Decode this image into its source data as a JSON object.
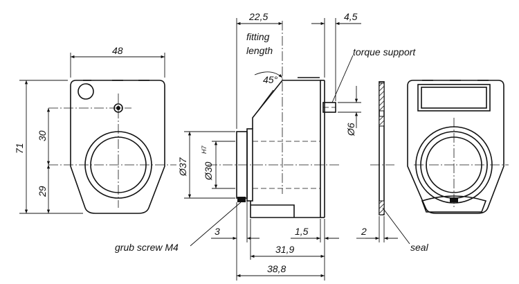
{
  "dimensions": {
    "width_48": "48",
    "height_71": "71",
    "height_30": "30",
    "height_29": "29",
    "d37": "Ø37",
    "d30": "Ø30",
    "d30_tol": "H7",
    "w22_5": "22,5",
    "w4_5": "4,5",
    "angle45": "45°",
    "d6": "Ø6",
    "w3": "3",
    "w1_5": "1,5",
    "w31_9": "31,9",
    "w38_8": "38,8",
    "w2": "2"
  },
  "labels": {
    "fitting_line1": "fitting",
    "fitting_line2": "length",
    "torque_support": "torque support",
    "grub_screw": "grub screw M4",
    "seal": "seal"
  }
}
